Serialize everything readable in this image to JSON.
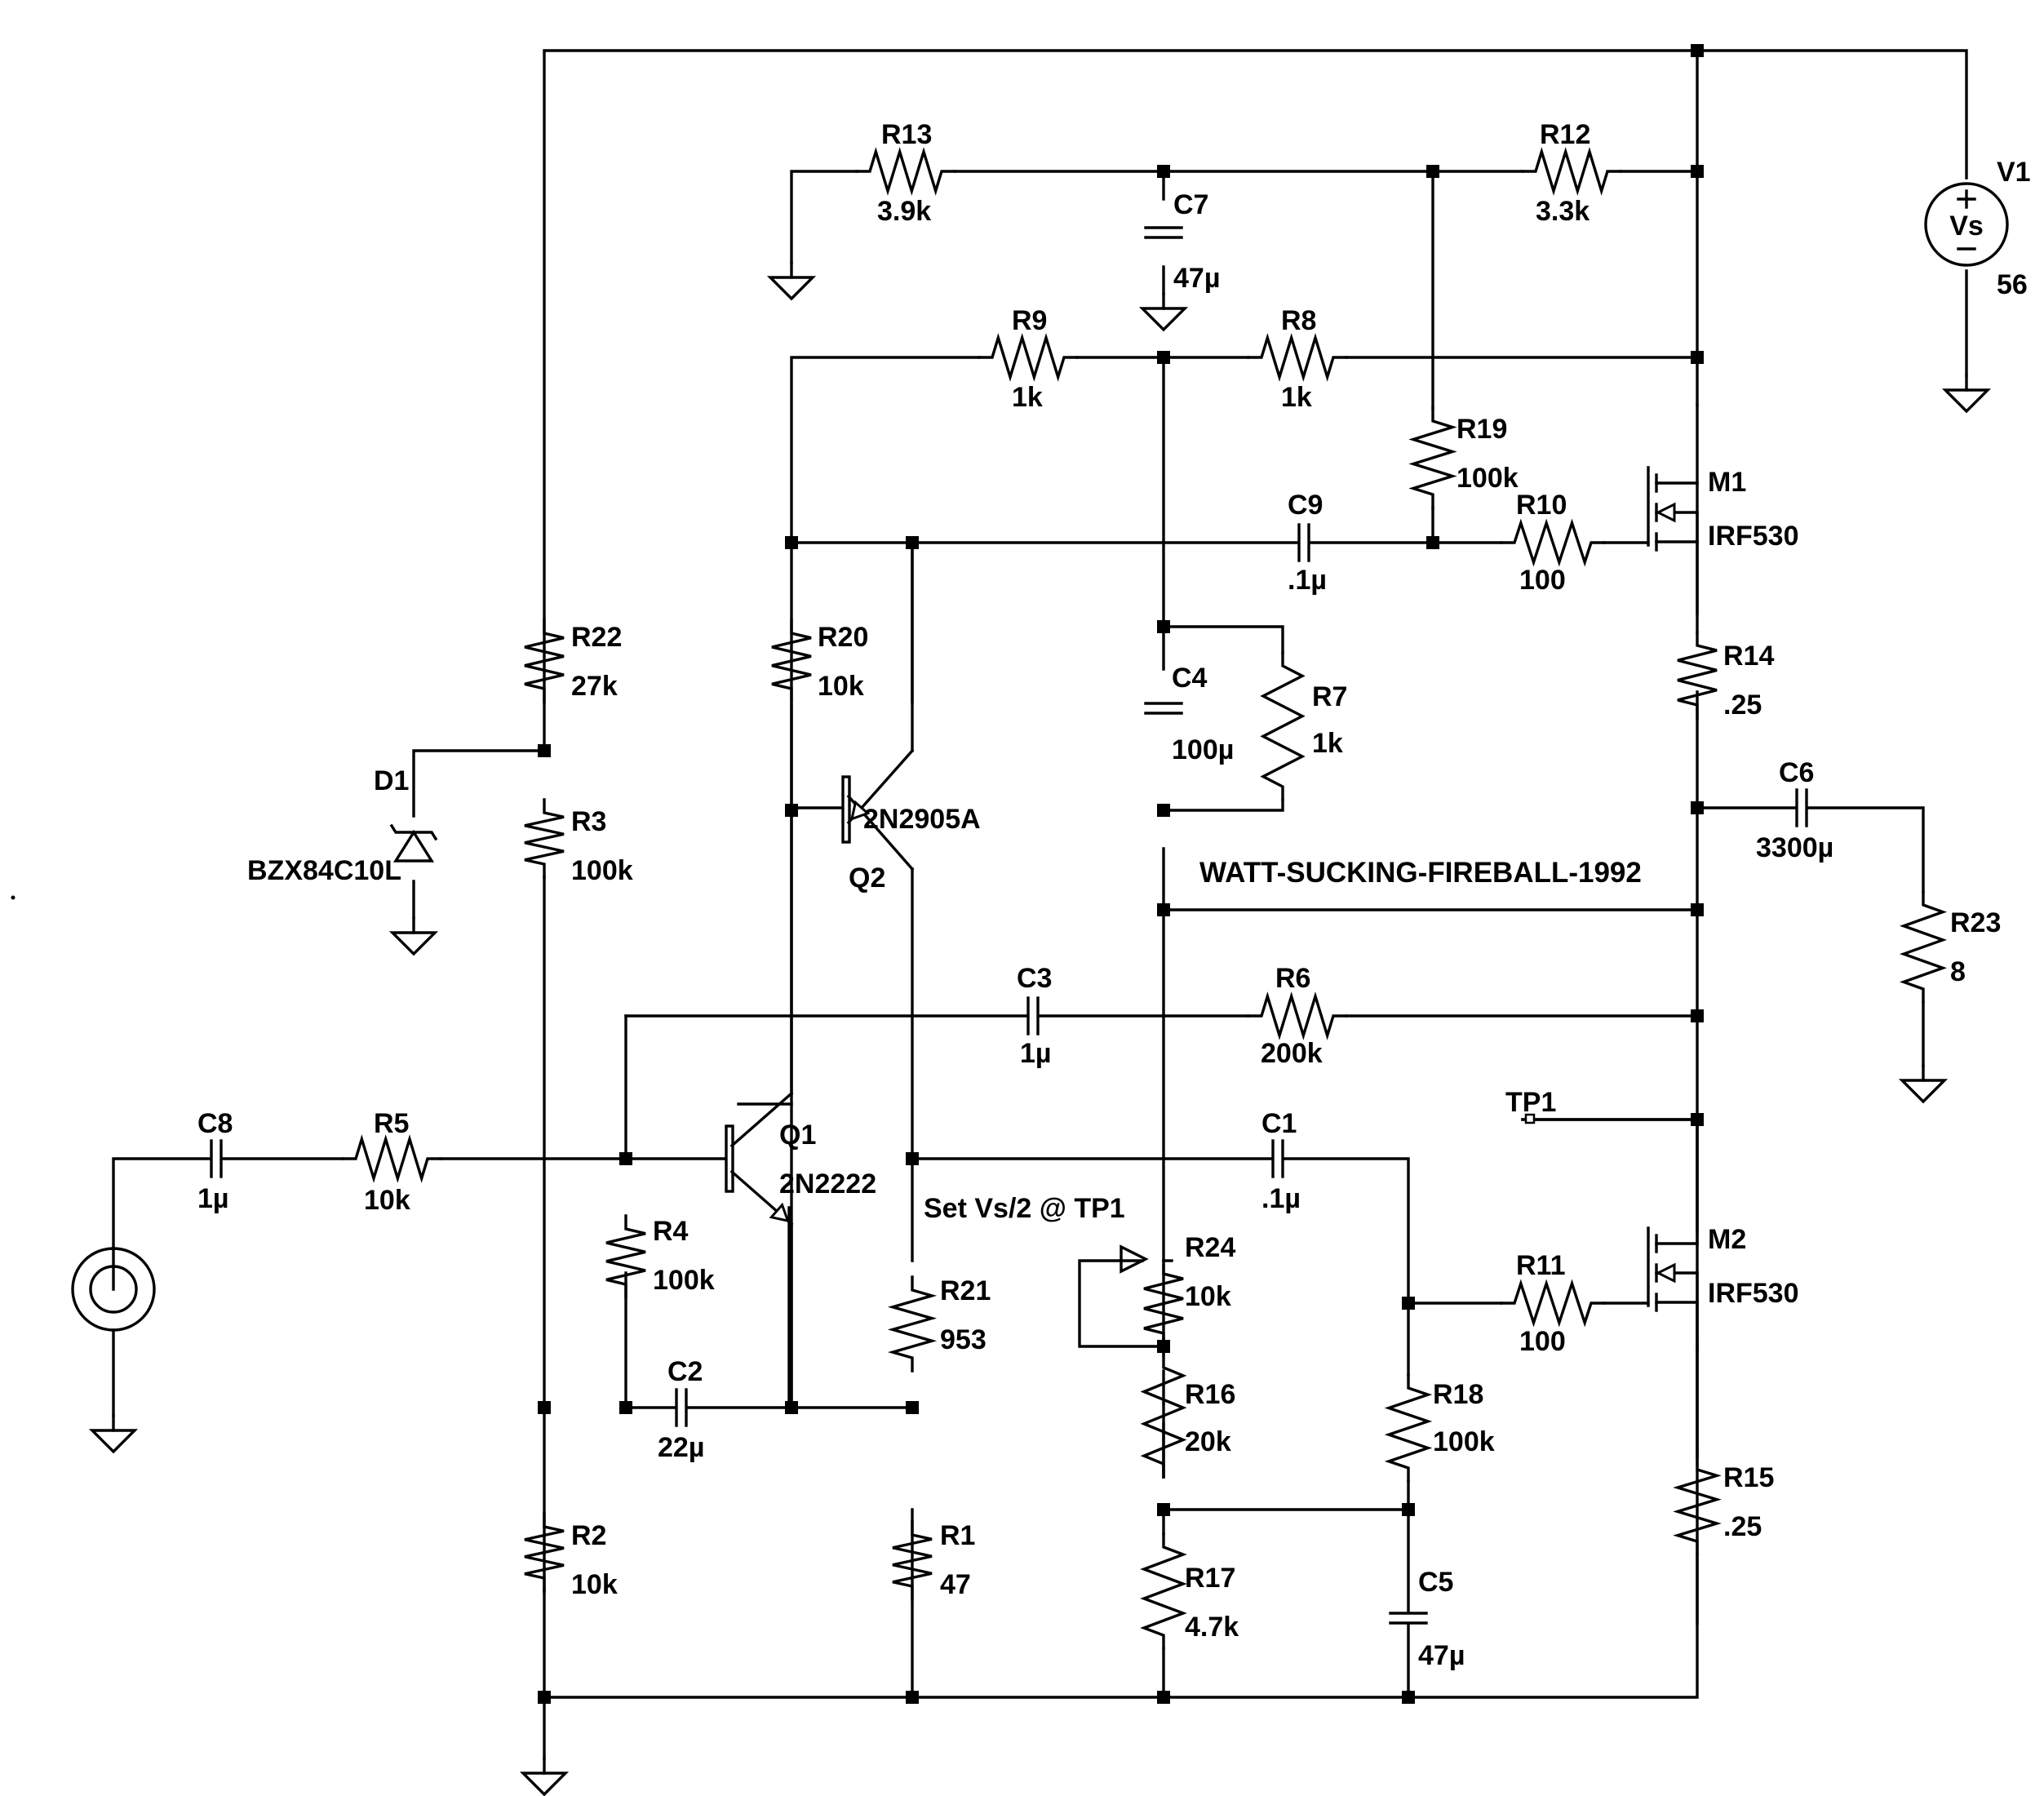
{
  "title": "WATT-SUCKING-FIREBALL-1992",
  "note": "Set Vs/2 @ TP1",
  "components": [
    {
      "ref": "R1",
      "value": "47"
    },
    {
      "ref": "R2",
      "value": "10k"
    },
    {
      "ref": "R3",
      "value": "100k"
    },
    {
      "ref": "R4",
      "value": "100k"
    },
    {
      "ref": "R5",
      "value": "10k"
    },
    {
      "ref": "R6",
      "value": "200k"
    },
    {
      "ref": "R7",
      "value": "1k"
    },
    {
      "ref": "R8",
      "value": "1k"
    },
    {
      "ref": "R9",
      "value": "1k"
    },
    {
      "ref": "R10",
      "value": "100"
    },
    {
      "ref": "R11",
      "value": "100"
    },
    {
      "ref": "R12",
      "value": "3.3k"
    },
    {
      "ref": "R13",
      "value": "3.9k"
    },
    {
      "ref": "R14",
      "value": ".25"
    },
    {
      "ref": "R15",
      "value": ".25"
    },
    {
      "ref": "R16",
      "value": "20k"
    },
    {
      "ref": "R17",
      "value": "4.7k"
    },
    {
      "ref": "R18",
      "value": "100k"
    },
    {
      "ref": "R19",
      "value": "100k"
    },
    {
      "ref": "R20",
      "value": "10k"
    },
    {
      "ref": "R21",
      "value": "953"
    },
    {
      "ref": "R22",
      "value": "27k"
    },
    {
      "ref": "R23",
      "value": "8"
    },
    {
      "ref": "R24",
      "value": "10k"
    },
    {
      "ref": "C1",
      "value": ".1µ"
    },
    {
      "ref": "C2",
      "value": "22µ"
    },
    {
      "ref": "C3",
      "value": "1µ"
    },
    {
      "ref": "C4",
      "value": "100µ"
    },
    {
      "ref": "C5",
      "value": "47µ"
    },
    {
      "ref": "C6",
      "value": "3300µ"
    },
    {
      "ref": "C7",
      "value": "47µ"
    },
    {
      "ref": "C8",
      "value": "1µ"
    },
    {
      "ref": "C9",
      "value": ".1µ"
    },
    {
      "ref": "Q1",
      "value": "2N2222"
    },
    {
      "ref": "Q2",
      "value": "2N2905A"
    },
    {
      "ref": "M1",
      "value": "IRF530"
    },
    {
      "ref": "M2",
      "value": "IRF530"
    },
    {
      "ref": "D1",
      "value": "BZX84C10L"
    },
    {
      "ref": "V1",
      "value": "56"
    }
  ],
  "source_symbol": "Vs",
  "testpoint": "TP1"
}
